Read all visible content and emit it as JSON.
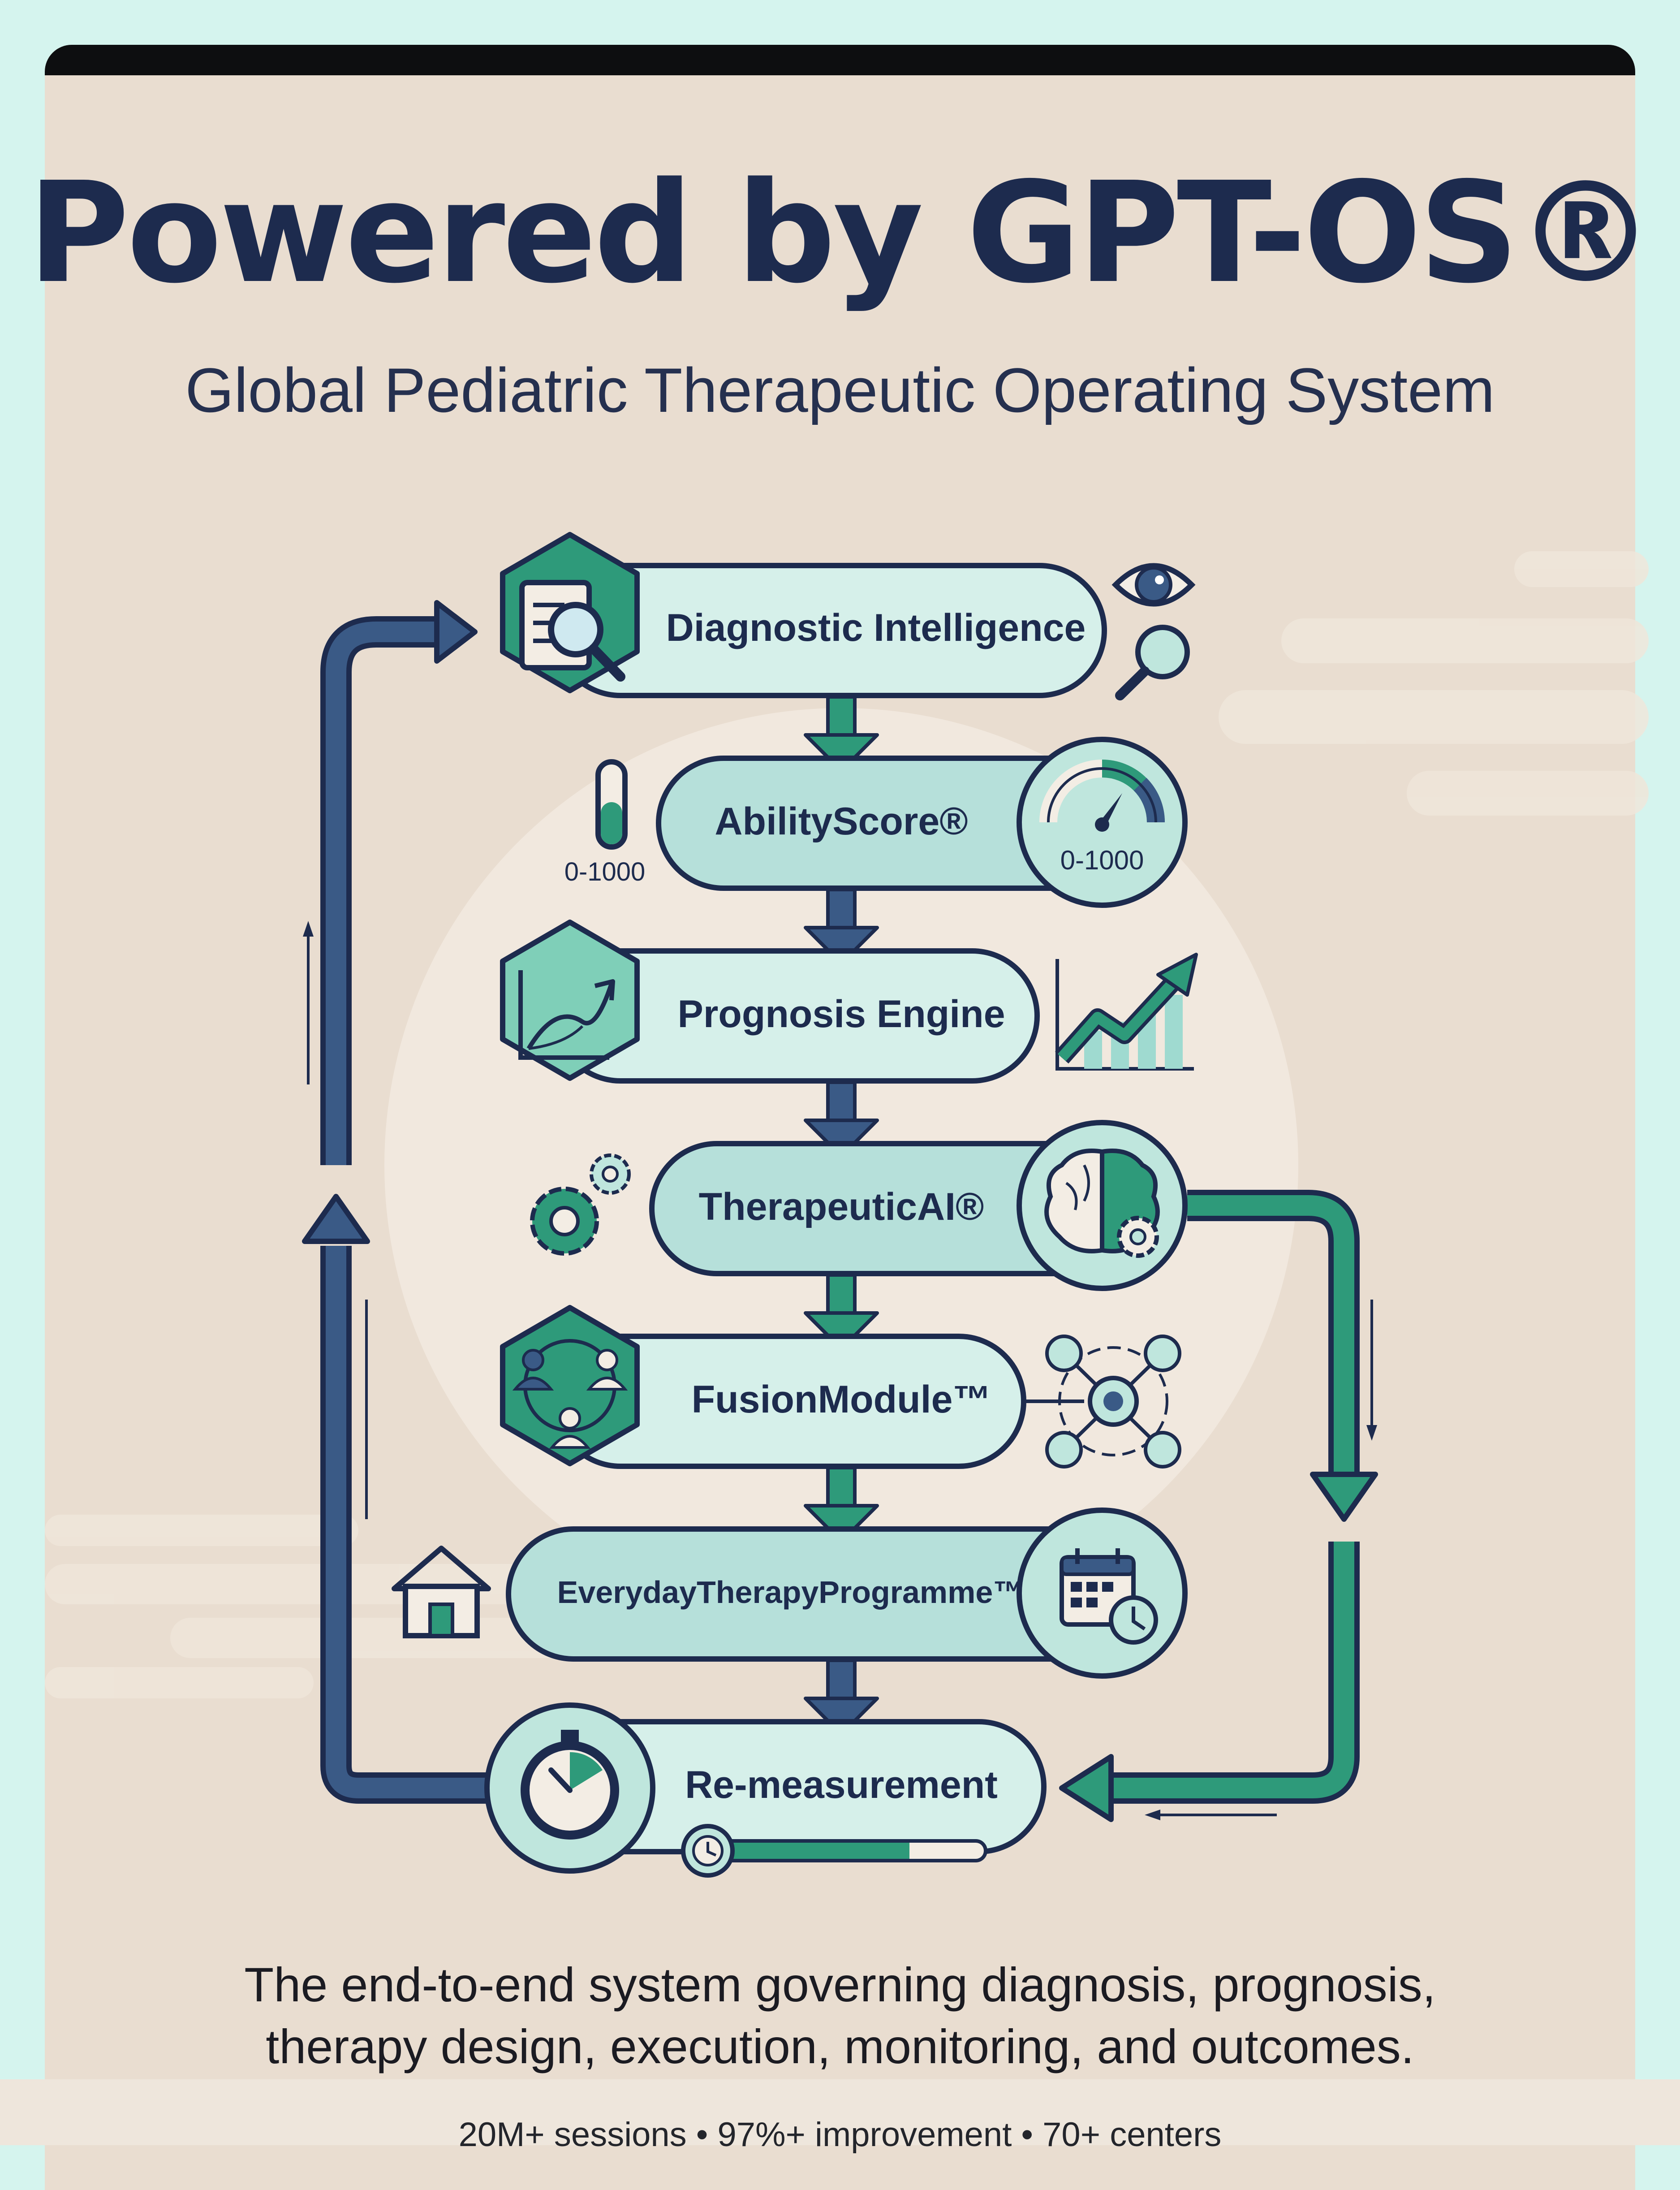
{
  "header": {
    "title": "Powered by GPT-OS®",
    "subtitle": "Global Pediatric Therapeutic Operating System"
  },
  "steps": [
    {
      "label": "Diagnostic Intelligence",
      "icon": "document-search-icon",
      "side_icon": "eye-magnifier-icon"
    },
    {
      "label": "AbilityScore®",
      "icon": "gauge-icon",
      "side_icon": "level-bar-icon",
      "gauge_label": "0-1000",
      "side_label": "0-1000"
    },
    {
      "label": "Prognosis Engine",
      "icon": "trend-curve-icon",
      "side_icon": "rising-bars-icon"
    },
    {
      "label": "TherapeuticAI®",
      "icon": "brain-gear-icon",
      "side_icon": "gears-icon"
    },
    {
      "label": "FusionModule™",
      "icon": "people-cycle-icon",
      "side_icon": "network-hub-icon"
    },
    {
      "label": "EverydayTherapyProgramme™",
      "icon": "calendar-clock-icon",
      "side_icon": "house-icon"
    },
    {
      "label": "Re-measurement",
      "icon": "stopwatch-icon",
      "side_icon": "progress-timer-icon"
    }
  ],
  "colors": {
    "navy": "#1d2b4e",
    "arrow_blue": "#3a5a86",
    "teal": "#2e9a7a",
    "mint": "#cdece4",
    "pill_light": "#d6f0ea",
    "background": "#e9ddd0"
  },
  "caption": {
    "line1": "The end-to-end system governing diagnosis, prognosis,",
    "line2": "therapy design, execution, monitoring, and outcomes."
  },
  "stats": "20M+ sessions • 97%+ improvement • 70+ centers"
}
